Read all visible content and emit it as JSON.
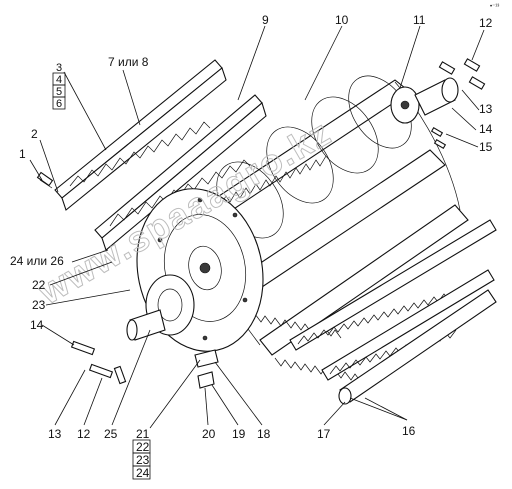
{
  "figure": {
    "watermark": "www.spaaagro.kz",
    "corner_mark": "•⁻¹³"
  },
  "callouts": [
    {
      "id": "c1",
      "text": "1"
    },
    {
      "id": "c2",
      "text": "2"
    },
    {
      "id": "c3",
      "text": "3"
    },
    {
      "id": "c4",
      "text": "4"
    },
    {
      "id": "c5",
      "text": "5"
    },
    {
      "id": "c6",
      "text": "6"
    },
    {
      "id": "c7",
      "text": "7 или 8"
    },
    {
      "id": "c9",
      "text": "9"
    },
    {
      "id": "c10",
      "text": "10"
    },
    {
      "id": "c11",
      "text": "11"
    },
    {
      "id": "c12a",
      "text": "12"
    },
    {
      "id": "c13a",
      "text": "13"
    },
    {
      "id": "c14a",
      "text": "14"
    },
    {
      "id": "c15",
      "text": "15"
    },
    {
      "id": "c24a",
      "text": "24 или 26"
    },
    {
      "id": "c22a",
      "text": "22"
    },
    {
      "id": "c23a",
      "text": "23"
    },
    {
      "id": "c14b",
      "text": "14"
    },
    {
      "id": "c13b",
      "text": "13"
    },
    {
      "id": "c12b",
      "text": "12"
    },
    {
      "id": "c25",
      "text": "25"
    },
    {
      "id": "c21",
      "text": "21"
    },
    {
      "id": "c22b",
      "text": "22"
    },
    {
      "id": "c23b",
      "text": "23"
    },
    {
      "id": "c24b",
      "text": "24"
    },
    {
      "id": "c20",
      "text": "20"
    },
    {
      "id": "c19",
      "text": "19"
    },
    {
      "id": "c18",
      "text": "18"
    },
    {
      "id": "c17",
      "text": "17"
    },
    {
      "id": "c16",
      "text": "16"
    }
  ]
}
